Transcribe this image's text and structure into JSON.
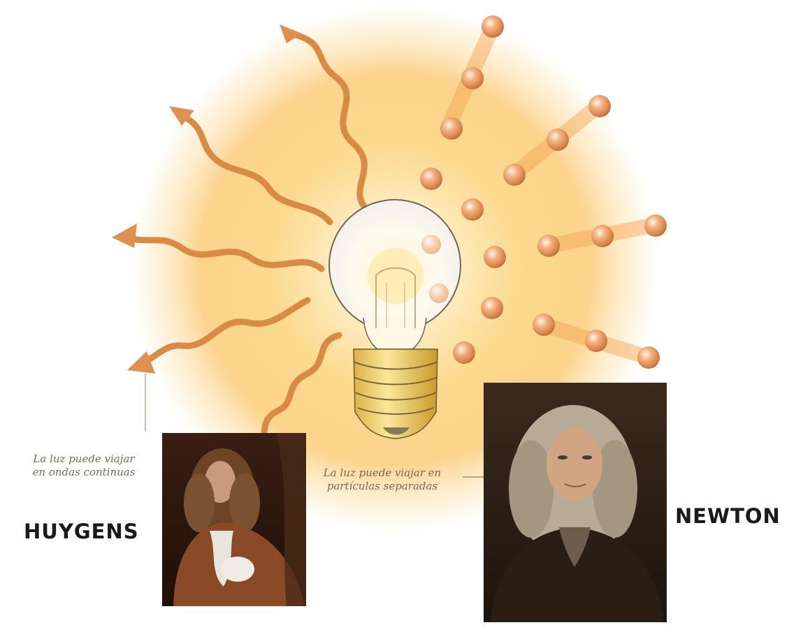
{
  "captions": {
    "waves": {
      "line1": "La luz puede viajar",
      "line2": "en ondas continuas"
    },
    "particles": {
      "line1": "La luz puede viajar en",
      "line2": "partículas separadas"
    }
  },
  "scientists": {
    "huygens": {
      "name": "HUYGENS",
      "portrait": "huygens-portrait"
    },
    "newton": {
      "name": "NEWTON",
      "portrait": "newton-portrait"
    }
  },
  "colors": {
    "glow": "#fcc56a",
    "wave": "#d98a45",
    "particle": "#e08a52",
    "bulb_base": "#f2d36a"
  },
  "icons": {
    "bulb": "light-bulb-icon",
    "wave": "wave-arrow-icon",
    "particle": "particle-sphere-icon"
  }
}
